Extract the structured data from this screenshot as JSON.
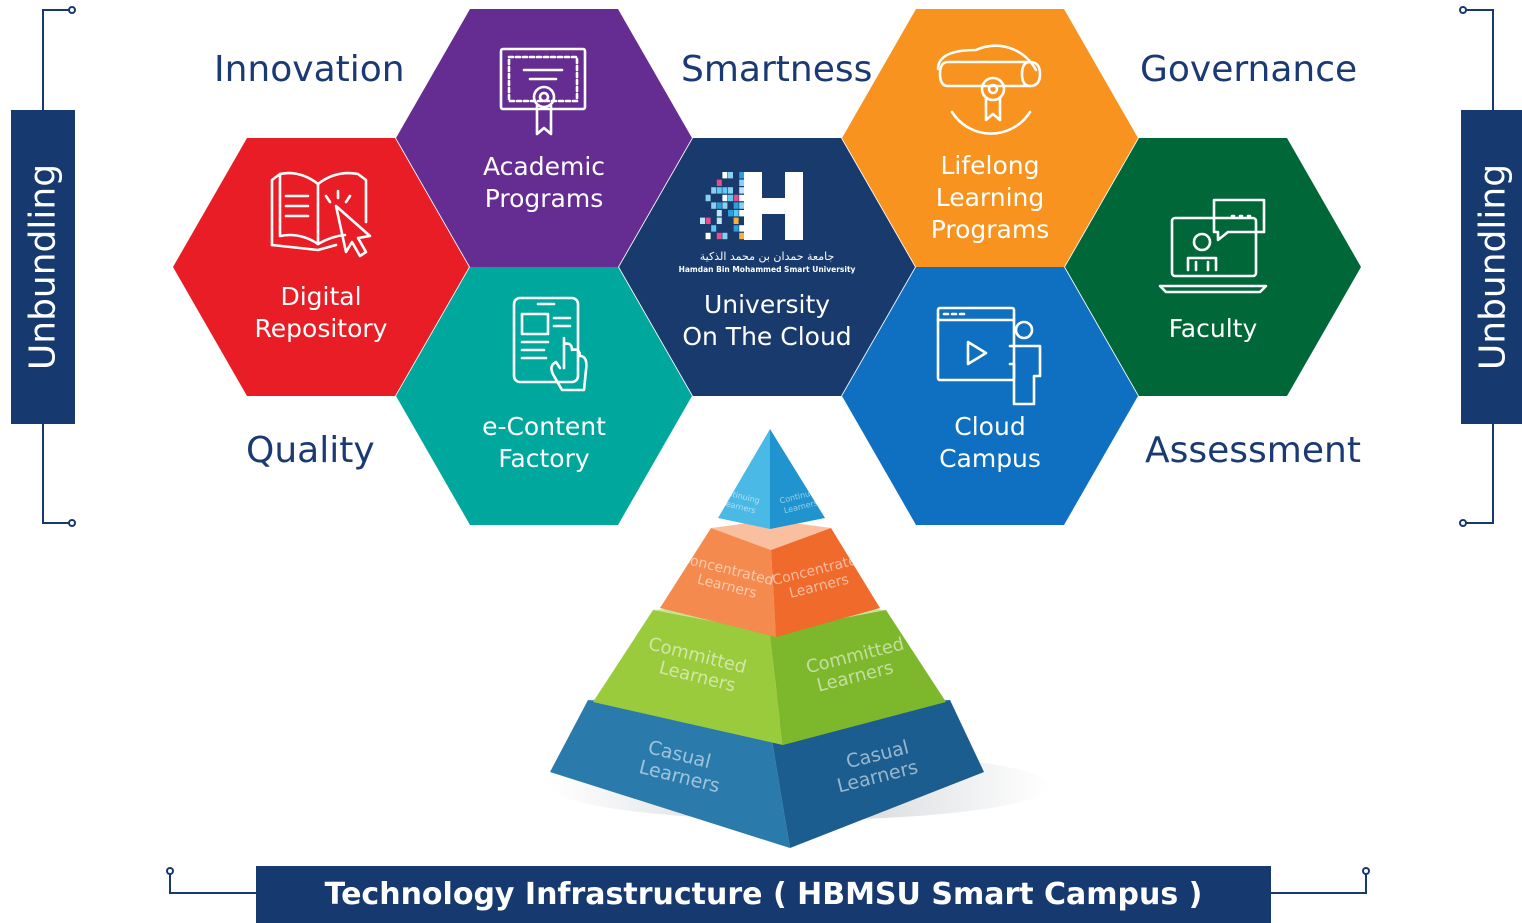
{
  "corner_labels": {
    "innovation": "Innovation",
    "smartness": "Smartness",
    "governance": "Governance",
    "quality": "Quality",
    "assessment": "Assessment"
  },
  "side_labels": {
    "left": "Unbundling",
    "right": "Unbundling"
  },
  "hexagons": [
    {
      "id": "digital-repository",
      "lines": [
        "Digital",
        "Repository"
      ],
      "color": "#e91d25",
      "icon": "book-cursor-icon"
    },
    {
      "id": "academic-programs",
      "lines": [
        "Academic",
        "Programs"
      ],
      "color": "#652d91",
      "icon": "certificate-icon"
    },
    {
      "id": "e-content-factory",
      "lines": [
        "e-Content",
        "Factory"
      ],
      "color": "#00a79d",
      "icon": "tablet-touch-icon"
    },
    {
      "id": "university-on-the-cloud",
      "lines": [
        "University",
        "On The Cloud"
      ],
      "color": "#183a6d",
      "icon": "hbmsu-logo-icon"
    },
    {
      "id": "lifelong-learning",
      "lines": [
        "Lifelong",
        "Learning",
        "Programs"
      ],
      "color": "#f7931e",
      "icon": "diploma-scroll-icon"
    },
    {
      "id": "cloud-campus",
      "lines": [
        "Cloud",
        "Campus"
      ],
      "color": "#0f6fc1",
      "icon": "video-presenter-icon"
    },
    {
      "id": "faculty",
      "lines": [
        "Faculty"
      ],
      "color": "#006838",
      "icon": "laptop-teacher-icon"
    }
  ],
  "logo": {
    "arabic": "جامعة حمدان بن محمد الذكية",
    "english": "Hamdan Bin Mohammed Smart University"
  },
  "pyramid": [
    {
      "id": "continuing",
      "label": [
        "Continuing",
        "Learners"
      ],
      "left_color": "#4bb9e6",
      "right_color": "#1f94cf"
    },
    {
      "id": "concentrated",
      "label": [
        "Concentrated",
        "Learners"
      ],
      "left_color": "#f58a4e",
      "right_color": "#ef6a2b"
    },
    {
      "id": "committed",
      "label": [
        "Committed",
        "Learners"
      ],
      "left_color": "#9acb3c",
      "right_color": "#7db72c"
    },
    {
      "id": "casual",
      "label": [
        "Casual",
        "Learners"
      ],
      "left_color": "#2a7bac",
      "right_color": "#1b5d8f"
    }
  ],
  "footer": {
    "label": "Technology Infrastructure ( HBMSU Smart Campus )"
  }
}
